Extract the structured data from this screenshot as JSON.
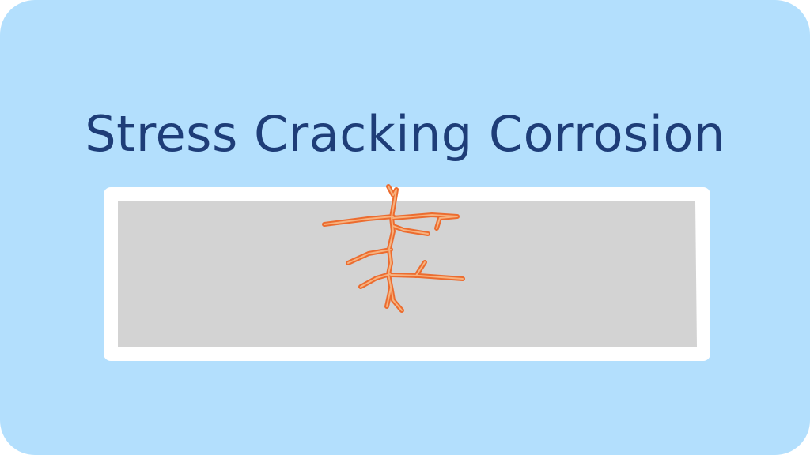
{
  "title": "Stress Cracking Corrosion",
  "colors": {
    "background": "#b3dffd",
    "title_text": "#1e3d78",
    "frame": "#ffffff",
    "metal": "#d3d3d3",
    "crack_outline": "#ec6c2f",
    "crack_fill": "#f7b27e"
  },
  "icons": {
    "specimen": "metal-bar",
    "crack": "branching-crack"
  }
}
